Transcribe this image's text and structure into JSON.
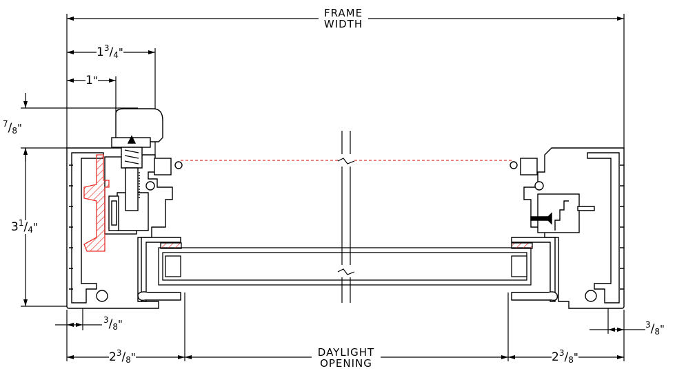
{
  "dimensions": {
    "frame_width": {
      "line1": "FRAME",
      "line2": "WIDTH"
    },
    "daylight_opening": {
      "line1": "DAYLIGHT",
      "line2": "OPENING"
    },
    "dim_1_3_4": {
      "whole": "1",
      "num": "3",
      "den": "4",
      "unit": "\""
    },
    "dim_1": {
      "whole": "1",
      "unit": "\""
    },
    "dim_7_8": {
      "num": "7",
      "den": "8",
      "unit": "\""
    },
    "dim_3_1_4": {
      "whole": "3",
      "num": "1",
      "den": "4",
      "unit": "\""
    },
    "dim_3_8_left": {
      "num": "3",
      "den": "8",
      "unit": "\""
    },
    "dim_3_8_right": {
      "num": "3",
      "den": "8",
      "unit": "\""
    },
    "dim_2_3_8_left": {
      "whole": "2",
      "num": "3",
      "den": "8",
      "unit": "\""
    },
    "dim_2_3_8_right": {
      "whole": "2",
      "num": "3",
      "den": "8",
      "unit": "\""
    }
  },
  "colors": {
    "line": "#000000",
    "section_hatch": "#e8302a",
    "glass_line": "#e8302a",
    "background": "#ffffff"
  }
}
